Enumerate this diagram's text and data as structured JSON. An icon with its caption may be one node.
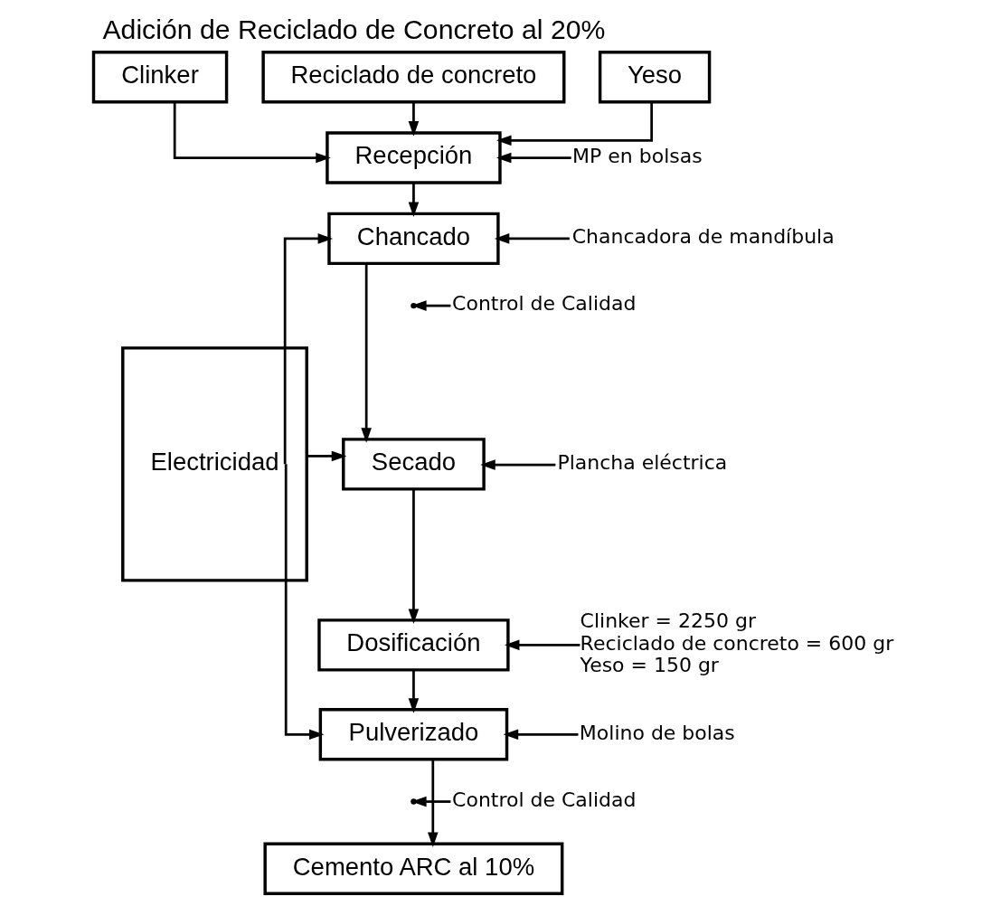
{
  "diagram": {
    "title": "Adición de Reciclado de Concreto al 20%",
    "nodes": [
      {
        "text": [
          "Clinker"
        ]
      },
      {
        "text": [
          "Reciclado de concreto"
        ]
      },
      {
        "text": [
          "Yeso"
        ]
      },
      {
        "text": [
          "Recepción"
        ]
      },
      {
        "text": [
          "Chancado"
        ]
      },
      {
        "text": [
          "Secado"
        ]
      },
      {
        "text": [
          "Dosificación"
        ]
      },
      {
        "text": [
          "Pulverizado"
        ]
      },
      {
        "text": [
          "Cemento ARC al 10%"
        ]
      },
      {
        "text": [
          "Electricidad"
        ]
      },
      {
        "text": [
          "MP en bolsas"
        ]
      },
      {
        "text": [
          "Chancadora de mandíbula"
        ]
      },
      {
        "text": [
          "Control de Calidad"
        ]
      },
      {
        "text": [
          "Plancha eléctrica"
        ]
      },
      {
        "text": [
          "Clinker = 2250 gr",
          "Reciclado de concreto = 600 gr",
          "Yeso = 150 gr"
        ]
      },
      {
        "text": [
          "Molino de bolas"
        ]
      },
      {
        "text": [
          "Control de Calidad"
        ]
      }
    ],
    "edges": [
      {
        "from": 0,
        "to": 3,
        "arrow": "to"
      },
      {
        "from": 1,
        "to": 3,
        "arrow": "to"
      },
      {
        "from": 2,
        "to": 3,
        "arrow": "to"
      },
      {
        "from": 3,
        "to": 4,
        "arrow": "to"
      },
      {
        "from": 4,
        "to": 5,
        "arrow": "to"
      },
      {
        "from": 5,
        "to": 6,
        "arrow": "to"
      },
      {
        "from": 6,
        "to": 7,
        "arrow": "to"
      },
      {
        "from": 7,
        "to": 8,
        "arrow": "to"
      },
      {
        "from": 9,
        "to": 4,
        "arrow": "to"
      },
      {
        "from": 9,
        "to": 5,
        "arrow": "to"
      },
      {
        "from": 9,
        "to": 7,
        "arrow": "to"
      },
      {
        "from": 10,
        "to": 3,
        "arrow": "to"
      },
      {
        "from": 11,
        "to": 4,
        "arrow": "to"
      },
      {
        "from": 12,
        "to": null,
        "arrow": "to"
      },
      {
        "from": 13,
        "to": 5,
        "arrow": "to"
      },
      {
        "from": 14,
        "to": 6,
        "arrow": "to"
      },
      {
        "from": 15,
        "to": 7,
        "arrow": "to"
      },
      {
        "from": 16,
        "to": null,
        "arrow": "to"
      }
    ]
  }
}
